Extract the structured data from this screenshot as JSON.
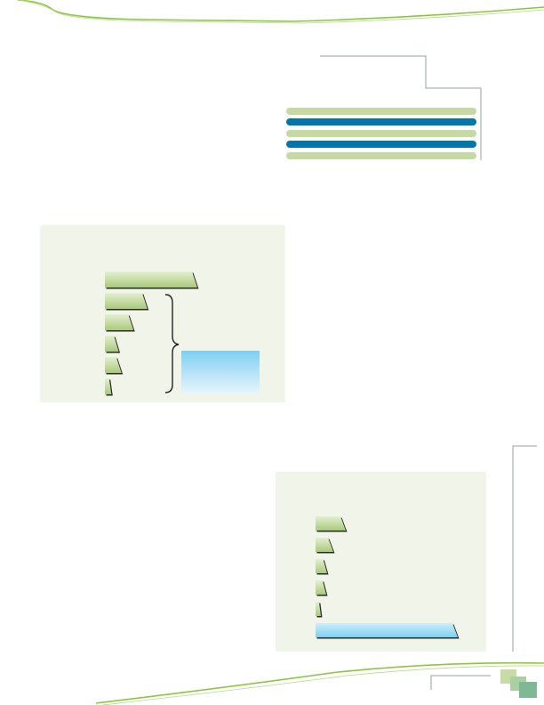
{
  "page": {
    "width": 612,
    "height": 792
  },
  "colors": {
    "accent_green": "#8cc63f",
    "light_green": "#c5d9a2",
    "teal_blue": "#0077a8",
    "panel_bg": "#f1f4e9",
    "sky_blue": "#9edaf5",
    "rule_gray": "#9aa29a"
  },
  "legend_stripes": [
    "light_green",
    "teal_blue",
    "light_green",
    "teal_blue",
    "light_green"
  ],
  "chart_data": [
    {
      "type": "bar",
      "orientation": "horizontal",
      "values": [
        100,
        46,
        31,
        15,
        18,
        7
      ],
      "highlight": [
        false,
        false,
        false,
        false,
        false,
        false
      ],
      "bracket": {
        "from_index": 1,
        "to_index": 5
      },
      "title": "",
      "xlabel": "",
      "ylabel": ""
    },
    {
      "type": "bar",
      "orientation": "horizontal",
      "values": [
        34,
        20,
        13,
        12,
        4,
        160
      ],
      "highlight": [
        false,
        false,
        false,
        false,
        false,
        true
      ],
      "title": "",
      "xlabel": "",
      "ylabel": ""
    }
  ]
}
